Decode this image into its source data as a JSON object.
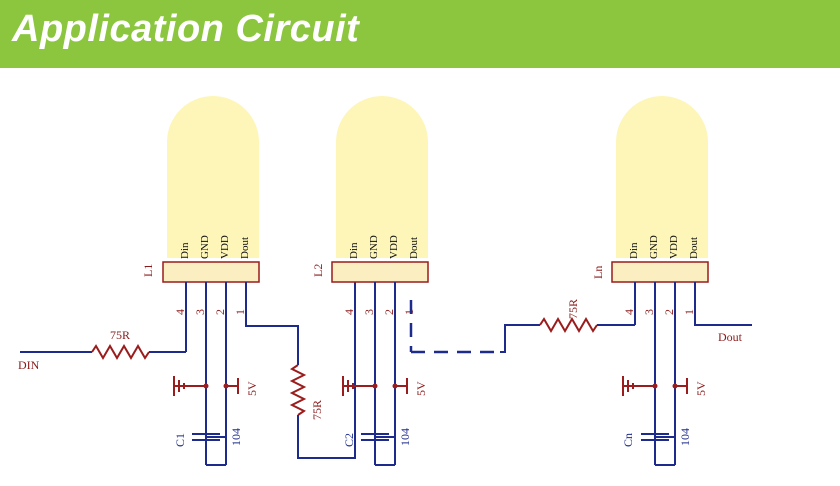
{
  "header": {
    "title": "Application Circuit",
    "background_color": "#8cc63f",
    "text_color": "#ffffff"
  },
  "colors": {
    "led_body": "#fdf6b8",
    "wire": "#1d2c8c",
    "component": "#9a1c1c",
    "pin_box": "#fbeec0"
  },
  "pin_names": [
    "Din",
    "GND",
    "VDD",
    "Dout"
  ],
  "pin_numbers": [
    "4",
    "3",
    "2",
    "1"
  ],
  "leds": [
    {
      "ref": "L1",
      "capacitor": "C1",
      "cap_value": "104",
      "supply": "5V"
    },
    {
      "ref": "L2",
      "capacitor": "C2",
      "cap_value": "104",
      "supply": "5V"
    },
    {
      "ref": "Ln",
      "capacitor": "Cn",
      "cap_value": "104",
      "supply": "5V"
    }
  ],
  "resistors": [
    "75R",
    "75R",
    "75R"
  ],
  "signals": {
    "input": "DIN",
    "output": "Dout"
  }
}
